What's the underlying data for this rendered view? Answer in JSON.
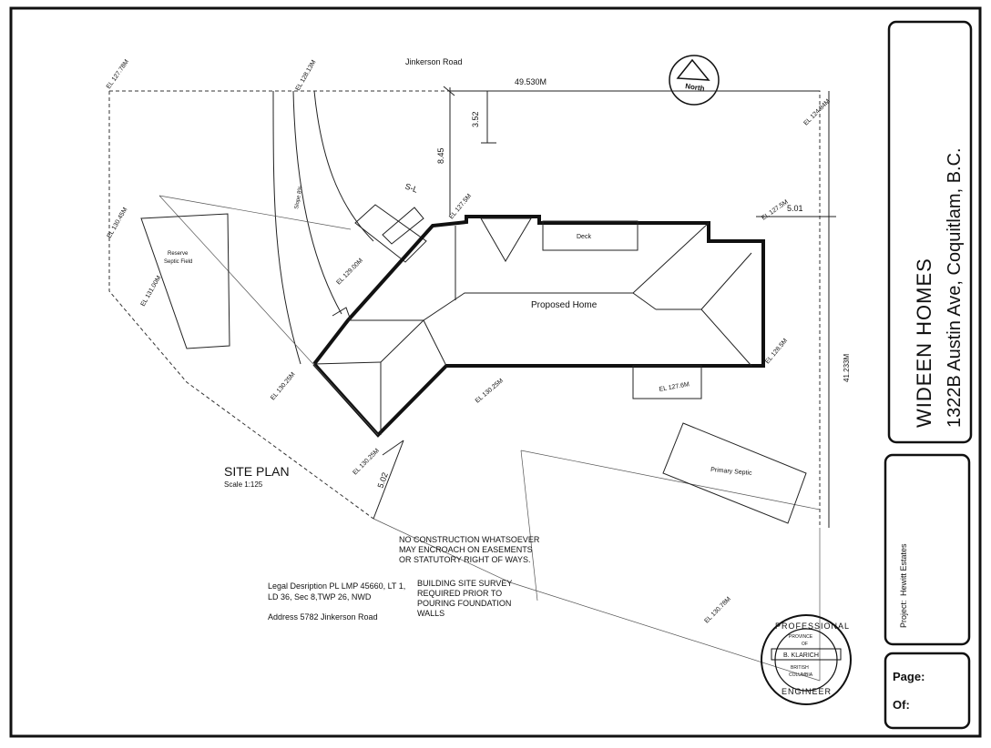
{
  "title_block": {
    "company": "WIDEEN HOMES",
    "address": "1322B Austin Ave, Coquitlam, B.C.",
    "project_label": "Project:",
    "project_name": "Hewitt Estates",
    "page_label": "Page:",
    "of_label": "Of:"
  },
  "site": {
    "road": "Jinkerson Road",
    "north": "North",
    "width_dim": "49.530M",
    "depth_dim": "41.233M",
    "dim_352": "3.52",
    "dim_845": "8.45",
    "dim_501": "5.01",
    "dim_502": "5.02",
    "slope": "Slope 8%",
    "garage_mark": "S-L",
    "deck": "Deck",
    "home": "Proposed Home",
    "reserve_septic": "Reserve\nSeptic Field",
    "primary_septic": "Primary Septic"
  },
  "elevations": {
    "el_127_78": "EL 127.78M",
    "el_128_13": "EL 128.13M",
    "el_124_84": "EL 124.84M",
    "el_130_45": "EL 130.45M",
    "el_131_00": "EL 131.00M",
    "el_129_00": "EL 129.00M",
    "el_127_5a": "EL 127.5M",
    "el_127_5b": "EL 127.5M",
    "el_128_5": "EL 128.5M",
    "el_127_6": "EL 127.6M",
    "el_130_25a": "EL 130.25M",
    "el_130_25b": "EL 130.25M",
    "el_130_25c": "EL 130.25M",
    "el_130_78": "EL 130.78M"
  },
  "plan": {
    "title": "SITE PLAN",
    "scale": "Scale 1:125"
  },
  "notes": {
    "no_construction": [
      "NO CONSTRUCTION WHATSOEVER",
      "MAY ENCROACH ON EASEMENTS",
      "OR STATUTORY RIGHT OF WAYS."
    ],
    "survey": [
      "BUILDING SITE SURVEY",
      "REQUIRED PRIOR TO",
      "POURING FOUNDATION",
      "WALLS"
    ],
    "legal": [
      "Legal Desription PL LMP 45660, LT 1,",
      "LD 36, Sec 8,TWP 26, NWD"
    ],
    "address": "Address  5782 Jinkerson Road"
  },
  "seal": {
    "top": "PROFESSIONAL",
    "province": "PROVINCE",
    "of": "OF",
    "name": "B. KLARICH",
    "british": "BRITISH",
    "columbia": "COLUMBIA",
    "bottom": "ENGINEER"
  }
}
